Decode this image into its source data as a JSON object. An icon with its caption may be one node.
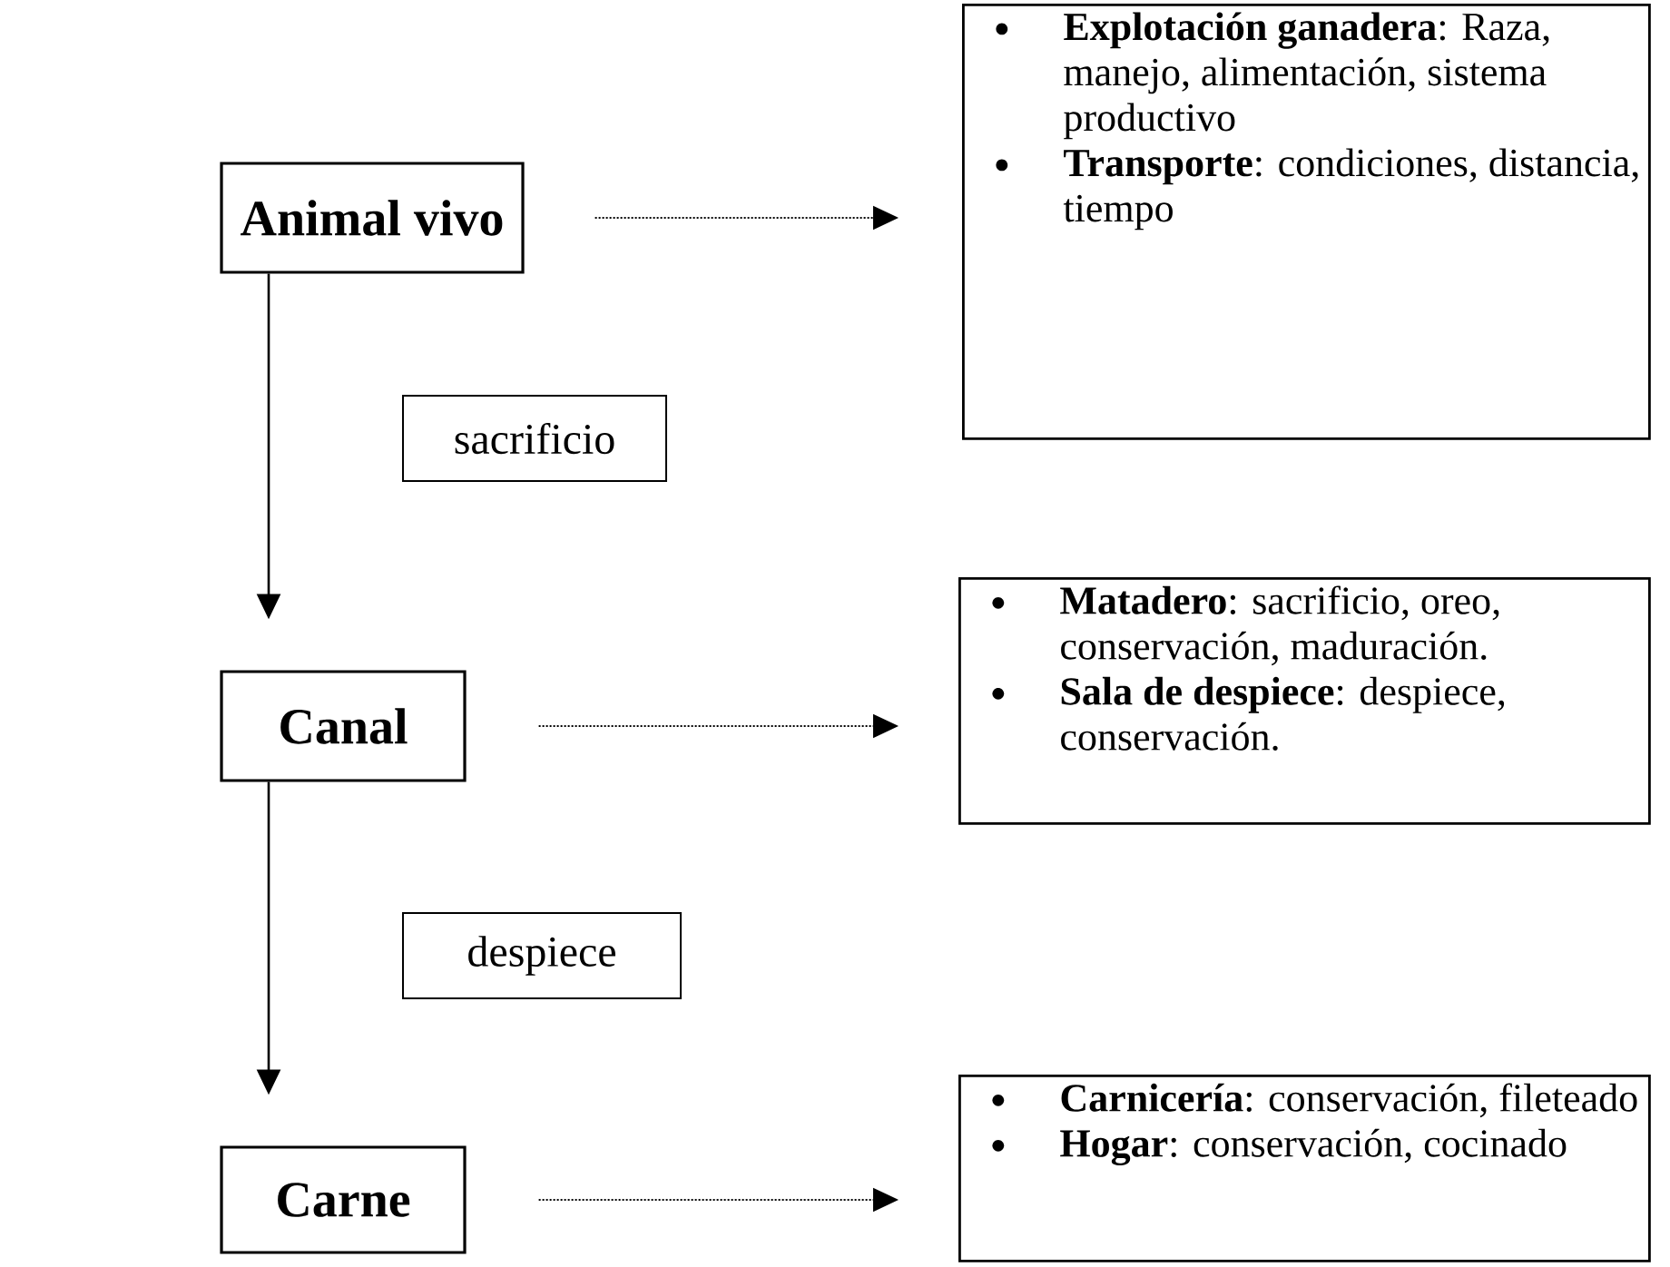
{
  "diagram": {
    "nodes": [
      {
        "text": [
          "Animal vivo"
        ]
      },
      {
        "text": [
          "**Explotación ganadera**: Raza, manejo, alimentación, sistema productivo",
          "**Transporte**: condiciones, distancia, tiempo"
        ]
      },
      {
        "text": [
          "sacrificio"
        ]
      },
      {
        "text": [
          "Canal"
        ]
      },
      {
        "text": [
          "**Matadero**: sacrificio, oreo, conservación, maduración.",
          "**Sala de despiece**: despiece, conservación."
        ]
      },
      {
        "text": [
          "despiece"
        ]
      },
      {
        "text": [
          "Carne"
        ]
      },
      {
        "text": [
          "**Carnicería**: conservación, fileteado",
          "**Hogar**: conservación, cocinado"
        ]
      }
    ],
    "edges": [
      {
        "from": 0,
        "to": 3,
        "arrow": "to"
      },
      {
        "from": 3,
        "to": 6,
        "arrow": "to"
      },
      {
        "from": 0,
        "to": 1,
        "arrow": "to",
        "style": "dashed"
      },
      {
        "from": 3,
        "to": 4,
        "arrow": "to",
        "style": "dashed"
      },
      {
        "from": 6,
        "to": 7,
        "arrow": "to",
        "style": "dashed"
      }
    ]
  }
}
